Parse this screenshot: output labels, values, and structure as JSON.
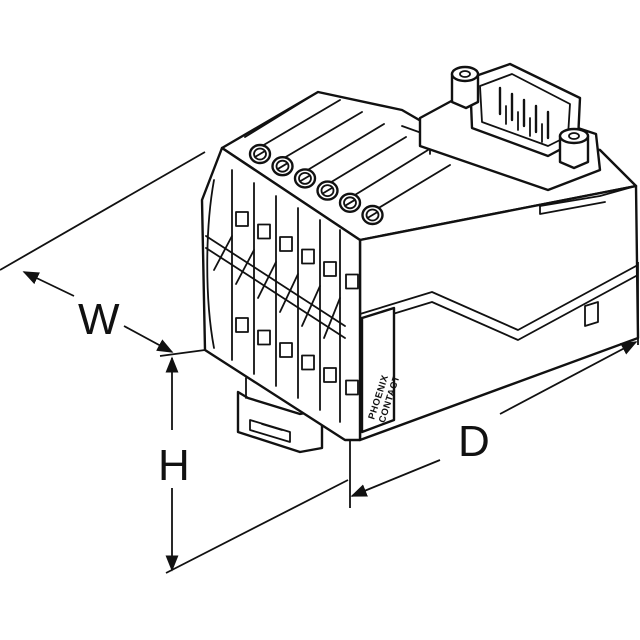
{
  "dimensions": {
    "width_label": "W",
    "height_label": "H",
    "depth_label": "D"
  },
  "brand": {
    "line1": "PHOENIX",
    "line2": "CONTACT"
  },
  "terminal_screw_count": 6,
  "connector": "sub-d-male-9-pin"
}
